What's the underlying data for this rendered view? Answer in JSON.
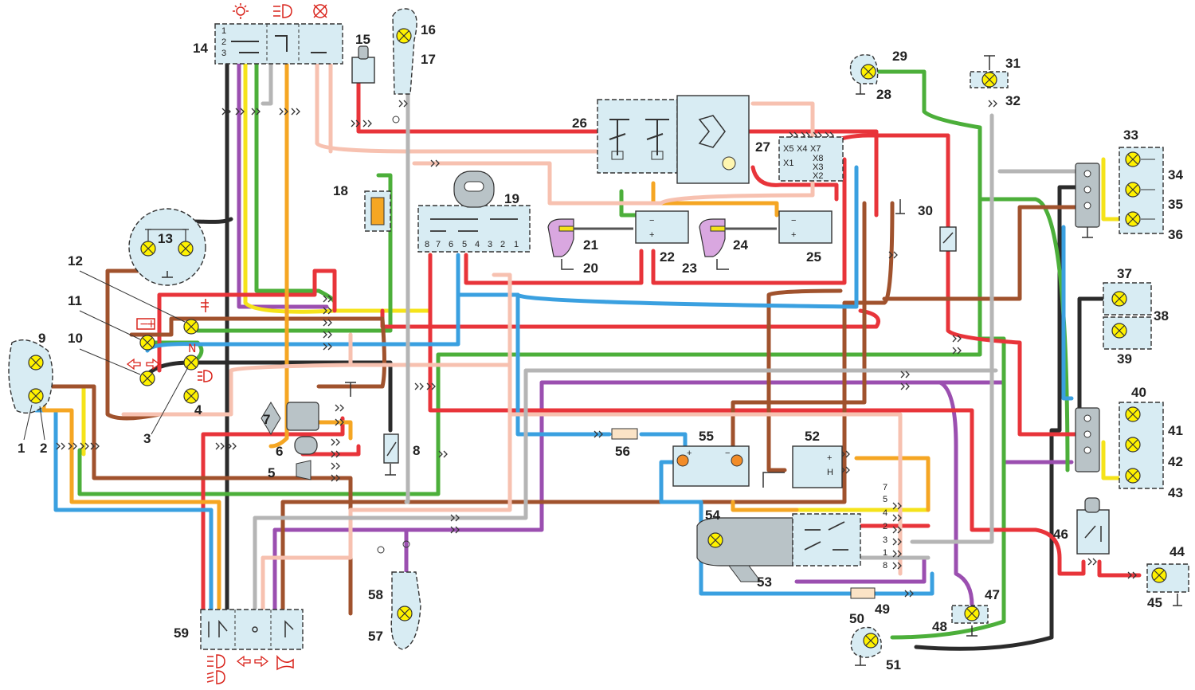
{
  "colors": {
    "red": "#e8343a",
    "brown": "#a0522d",
    "green": "#4caf3a",
    "yellow": "#f5e31a",
    "blue": "#3aa0e0",
    "orange": "#f5a623",
    "pink": "#f7c1b0",
    "grey": "#b5b5b5",
    "black": "#2b2b2b",
    "violet": "#9b4fb0"
  },
  "components": [
    {
      "id": "1",
      "label": "1"
    },
    {
      "id": "2",
      "label": "2"
    },
    {
      "id": "3",
      "label": "3"
    },
    {
      "id": "4",
      "label": "4"
    },
    {
      "id": "5",
      "label": "5"
    },
    {
      "id": "6",
      "label": "6"
    },
    {
      "id": "7",
      "label": "7"
    },
    {
      "id": "8",
      "label": "8"
    },
    {
      "id": "9",
      "label": "9"
    },
    {
      "id": "10",
      "label": "10"
    },
    {
      "id": "11",
      "label": "11"
    },
    {
      "id": "12",
      "label": "12"
    },
    {
      "id": "13",
      "label": "13"
    },
    {
      "id": "14",
      "label": "14"
    },
    {
      "id": "15",
      "label": "15"
    },
    {
      "id": "16",
      "label": "16"
    },
    {
      "id": "17",
      "label": "17"
    },
    {
      "id": "18",
      "label": "18"
    },
    {
      "id": "19",
      "label": "19"
    },
    {
      "id": "20",
      "label": "20"
    },
    {
      "id": "21",
      "label": "21"
    },
    {
      "id": "22",
      "label": "22"
    },
    {
      "id": "23",
      "label": "23"
    },
    {
      "id": "24",
      "label": "24"
    },
    {
      "id": "25",
      "label": "25"
    },
    {
      "id": "26",
      "label": "26"
    },
    {
      "id": "27",
      "label": "27"
    },
    {
      "id": "28",
      "label": "28"
    },
    {
      "id": "29",
      "label": "29"
    },
    {
      "id": "30",
      "label": "30"
    },
    {
      "id": "31",
      "label": "31"
    },
    {
      "id": "32",
      "label": "32"
    },
    {
      "id": "33",
      "label": "33"
    },
    {
      "id": "34",
      "label": "34"
    },
    {
      "id": "35",
      "label": "35"
    },
    {
      "id": "36",
      "label": "36"
    },
    {
      "id": "37",
      "label": "37"
    },
    {
      "id": "38",
      "label": "38"
    },
    {
      "id": "39",
      "label": "39"
    },
    {
      "id": "40",
      "label": "40"
    },
    {
      "id": "41",
      "label": "41"
    },
    {
      "id": "42",
      "label": "42"
    },
    {
      "id": "43",
      "label": "43"
    },
    {
      "id": "44",
      "label": "44"
    },
    {
      "id": "45",
      "label": "45"
    },
    {
      "id": "46",
      "label": "46"
    },
    {
      "id": "47",
      "label": "47"
    },
    {
      "id": "48",
      "label": "48"
    },
    {
      "id": "49",
      "label": "49"
    },
    {
      "id": "50",
      "label": "50"
    },
    {
      "id": "51",
      "label": "51"
    },
    {
      "id": "52",
      "label": "52"
    },
    {
      "id": "53",
      "label": "53"
    },
    {
      "id": "54",
      "label": "54"
    },
    {
      "id": "55",
      "label": "55"
    },
    {
      "id": "56",
      "label": "56"
    },
    {
      "id": "57",
      "label": "57"
    },
    {
      "id": "58",
      "label": "58"
    },
    {
      "id": "59",
      "label": "59"
    }
  ],
  "switch14_pins": [
    "1",
    "2",
    "3"
  ],
  "ignition19_pins": [
    "8",
    "7",
    "6",
    "5",
    "4",
    "3",
    "2",
    "1"
  ],
  "switch53_pins": [
    "7",
    "5",
    "4",
    "2",
    "3",
    "1",
    "8"
  ],
  "regulator27_pins": {
    "x5": "X5",
    "x4": "X4",
    "x7": "X7",
    "x1": "X1",
    "x8": "X8",
    "x3": "X3",
    "x2": "X2"
  },
  "polarity": {
    "plus": "+",
    "minus": "−",
    "n_label": "N",
    "h_label": "H"
  }
}
